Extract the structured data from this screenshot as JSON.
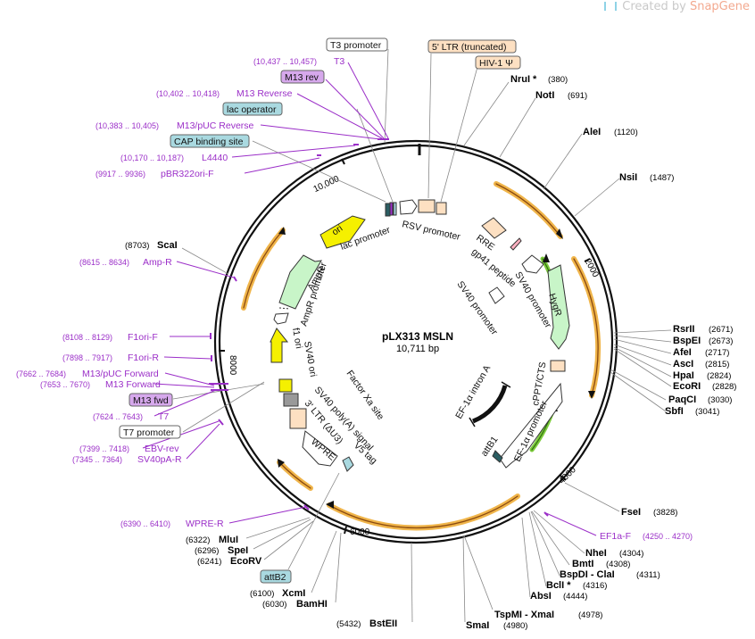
{
  "watermark": {
    "prefix": "Created by",
    "brand": "SnapGene"
  },
  "plasmid": {
    "name": "pLX313 MSLN",
    "length": "10,711 bp"
  },
  "ruler": [
    "2000",
    "4000",
    "6000",
    "8000",
    "10,000"
  ],
  "sites": [
    {
      "name": "NruI *",
      "pos": "(380)"
    },
    {
      "name": "NotI",
      "pos": "(691)"
    },
    {
      "name": "AleI",
      "pos": "(1120)"
    },
    {
      "name": "NsiI",
      "pos": "(1487)"
    },
    {
      "name": "RsrII",
      "pos": "(2671)"
    },
    {
      "name": "BspEI",
      "pos": "(2673)"
    },
    {
      "name": "AfeI",
      "pos": "(2717)"
    },
    {
      "name": "AscI",
      "pos": "(2815)"
    },
    {
      "name": "HpaI",
      "pos": "(2824)"
    },
    {
      "name": "EcoRI",
      "pos": "(2828)"
    },
    {
      "name": "PaqCI",
      "pos": "(3030)"
    },
    {
      "name": "SbfI",
      "pos": "(3041)"
    },
    {
      "name": "FseI",
      "pos": "(3828)"
    },
    {
      "name": "NheI",
      "pos": "(4304)"
    },
    {
      "name": "BmtI",
      "pos": "(4308)"
    },
    {
      "name": "BspDI - ClaI",
      "pos": "(4311)"
    },
    {
      "name": "BclI *",
      "pos": "(4316)"
    },
    {
      "name": "AbsI",
      "pos": "(4444)"
    },
    {
      "name": "TspMI - XmaI",
      "pos": "(4978)"
    },
    {
      "name": "SmaI",
      "pos": "(4980)"
    },
    {
      "name": "BstEII",
      "pos": "(5432)"
    },
    {
      "name": "BamHI",
      "pos": "(6030)"
    },
    {
      "name": "XcmI",
      "pos": "(6100)"
    },
    {
      "name": "EcoRV",
      "pos": "(6241)"
    },
    {
      "name": "SpeI",
      "pos": "(6296)"
    },
    {
      "name": "MluI",
      "pos": "(6322)"
    },
    {
      "name": "Amp-R",
      "pos": "(8615 .. 8634)"
    },
    {
      "name": "ScaI",
      "pos": "(8703)"
    }
  ],
  "primers": [
    {
      "name": "T3",
      "pos": "(10,437 .. 10,457)"
    },
    {
      "name": "M13 Reverse",
      "pos": "(10,402 .. 10,418)"
    },
    {
      "name": "M13/pUC Reverse",
      "pos": "(10,383 .. 10,405)"
    },
    {
      "name": "L4440",
      "pos": "(10,170 .. 10,187)"
    },
    {
      "name": "pBR322ori-F",
      "pos": "(9917 .. 9936)"
    },
    {
      "name": "F1ori-F",
      "pos": "(8108 .. 8129)"
    },
    {
      "name": "F1ori-R",
      "pos": "(7898 .. 7917)"
    },
    {
      "name": "M13/pUC Forward",
      "pos": "(7662 .. 7684)"
    },
    {
      "name": "M13 Forward",
      "pos": "(7653 .. 7670)"
    },
    {
      "name": "T7",
      "pos": "(7624 .. 7643)"
    },
    {
      "name": "EBV-rev",
      "pos": "(7399 .. 7418)"
    },
    {
      "name": "SV40pA-R",
      "pos": "(7345 .. 7364)"
    },
    {
      "name": "WPRE-R",
      "pos": "(6390 .. 6410)"
    },
    {
      "name": "EF1a-F",
      "pos": "(4250 .. 4270)"
    }
  ],
  "boxed_labels": {
    "t3_promoter": "T3 promoter",
    "m13_rev": "M13 rev",
    "lac_operator": "lac operator",
    "cap_binding_site": "CAP binding site",
    "ltr_truncated": "5' LTR (truncated)",
    "hiv_psi": "HIV-1 Ψ",
    "m13_fwd": "M13 fwd",
    "t7_promoter": "T7 promoter",
    "attb2": "attB2"
  },
  "features": {
    "rsv_promoter": "RSV promoter",
    "lac_promoter": "lac promoter",
    "ori": "ori",
    "rre": "RRE",
    "gp41_peptide": "gp41 peptide",
    "sv40_promoter_1": "SV40 promoter",
    "sv40_promoter_2": "SV40 promoter",
    "hygr": "HygR",
    "cppt_cts": "cPPT/CTS",
    "ef1a_promoter": "EF-1α promoter",
    "ef1a_intron": "EF-1α intron A",
    "attb1": "attB1",
    "v5_tag": "V5 tag",
    "wpre": "WPRE",
    "ltr3": "3' LTR (ΔU3)",
    "sv40_polya": "SV40 poly(A) signal",
    "factor_xa": "Factor Xa site",
    "sv40_ori": "SV40 ori",
    "f1_ori": "f1 ori",
    "ampr_promoter": "AmpR promoter",
    "ampr": "AmpR"
  },
  "colors": {
    "primer": "#9b2fc8",
    "orf_arc": "#f0b54a",
    "hygr_arc": "#7ccb3b",
    "amp_fill": "#c8f5c8",
    "ori_fill": "#f5f000",
    "ltr_fill": "#fde0c2",
    "operator_fill": "#a9d9e0",
    "m13_fill": "#d6a8ec"
  }
}
